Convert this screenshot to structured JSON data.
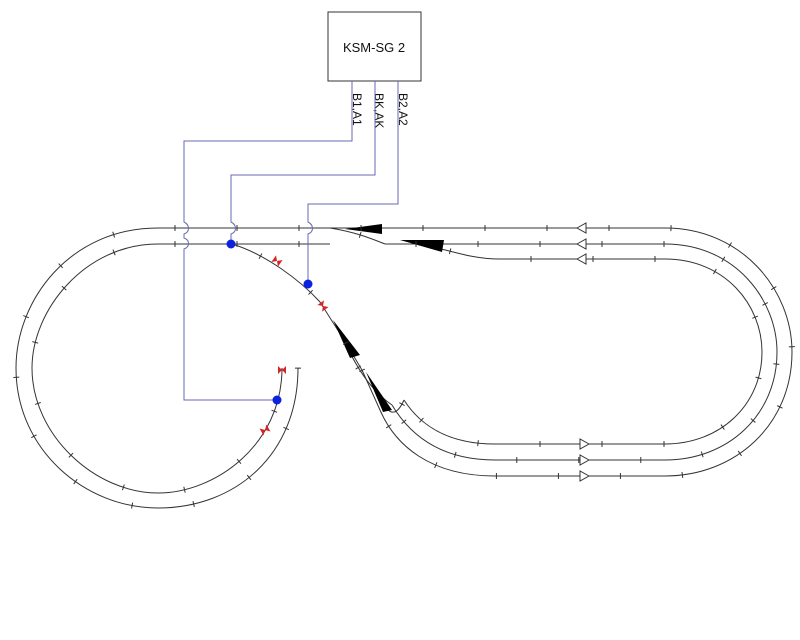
{
  "module": {
    "label": "KSM-SG 2"
  },
  "wires": [
    {
      "label": "B1,A1"
    },
    {
      "label": "BK,AK"
    },
    {
      "label": "B2,A2"
    }
  ],
  "colors": {
    "track": "#333333",
    "wire": "#6a6ab4",
    "sensor": "#0b22e0",
    "isolator": "#d42424",
    "box_border": "#333333",
    "turnout": "#000000"
  },
  "symbols": {
    "sensor": "blue-dot-sensor-icon",
    "isolator": "red-isolating-joint-icon",
    "direction": "direction-arrow-icon",
    "turnout": "turnout-frog-icon"
  }
}
